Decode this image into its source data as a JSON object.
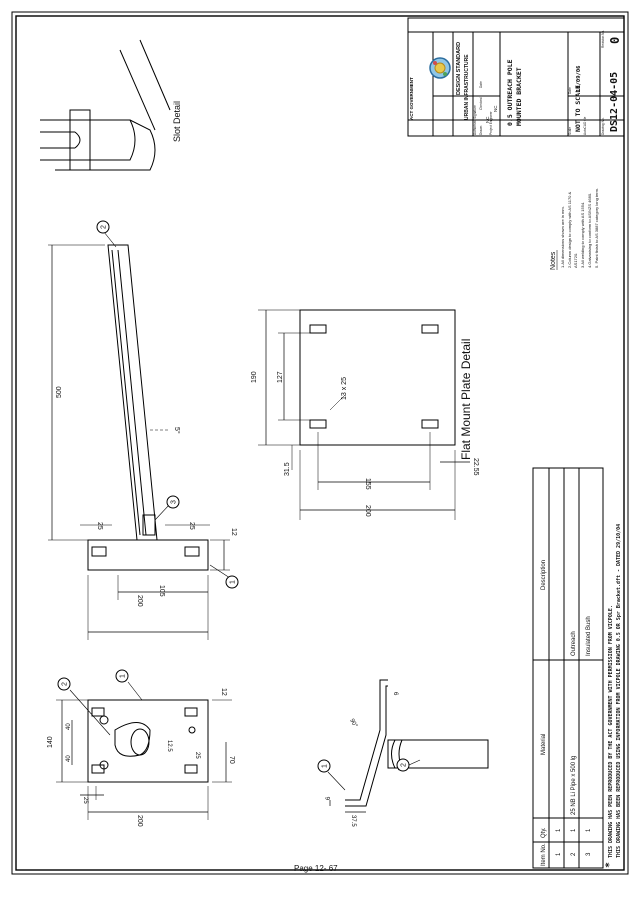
{
  "page_number": "Page 12- 67",
  "title_block": {
    "organisation": "ACT GOVERNMENT",
    "standard_line1": "DESIGN STANDARD",
    "standard_line2": "URBAN INFRASTRUCTURE",
    "signature_label": "Authorised Signature",
    "drawn_label": "Drawn",
    "drawn_value": "NC",
    "checked_label": "Checked",
    "project_engineer_label": "Project Engineer",
    "project_engineer_value": "NC",
    "date_label": "Date",
    "title_line1": "0.5 OUTREACH POLE",
    "title_line2": "MOUNTED BRACKET",
    "scale_label": "Scale",
    "scale_value": "NOT TO SCALE",
    "date2_label": "Date",
    "date_value": "14/09/06",
    "autocad_label": "AutoCAD file",
    "drawing_no_label": "Drawing No.",
    "drawing_no": "DS12-04-05",
    "revision_label": "Revision No.",
    "revision": "0"
  },
  "notes": {
    "heading": "Notes",
    "items": [
      "1.All dimensions shown are in mm.",
      "2.Column design to comply with AS 1170 &",
      "    AS1720.",
      "3.All welding to comply with AS 1554.",
      "4.Galvanising to conform to AS/NZS 4680.",
      "5. Paint finish to AS 3887 category long term."
    ]
  },
  "parts_table": {
    "headers": [
      "Item No.",
      "Qty.",
      "Material",
      "Description"
    ],
    "rows": [
      [
        "1",
        "1",
        "",
        ""
      ],
      [
        "2",
        "1",
        "25 NB Li Pipe x 500 lg",
        "Outreach"
      ],
      [
        "3",
        "1",
        "",
        "Insulated Bush"
      ]
    ]
  },
  "footer_note": {
    "line1": "THIS DRAWING HAS PEEN REPRODUCED BY THE ACT GOVERNMENT WITH PERMISSION FROM VICPOLE.",
    "line2": "THIS DRAWING HAS BEEN REPRODUCED USING INFORMATION FROM VICPOLE DRAWING 0.5 OR Spr Bracket.dft - DATED 29/10/04"
  },
  "views": {
    "slot_detail": "Slot Detail",
    "plate_detail": "Flat Mount Plate Detail"
  },
  "dimensions": {
    "d500": "500",
    "d200a": "200",
    "d105": "105",
    "d25a": "25",
    "d25b": "25",
    "d12a": "12",
    "d5deg": "5°",
    "d190": "190",
    "d127": "127",
    "d13x25": "13 x 25",
    "d315": "31.5",
    "d155": "155",
    "d200b": "200",
    "d2255": "22.55",
    "d140": "140",
    "d40a": "40",
    "d40b": "40",
    "d125": "12.5",
    "d200c": "200",
    "d25c": "25",
    "d25d": "25",
    "d70": "70",
    "d12b": "12",
    "d6": "6",
    "d375": "37.5",
    "d90deg": "90°",
    "d6b": "6"
  },
  "balloons": {
    "b1a": "1",
    "b2a": "2",
    "b3": "3",
    "b1b": "1",
    "b2b": "2",
    "b1c": "1",
    "b2c": "2"
  }
}
